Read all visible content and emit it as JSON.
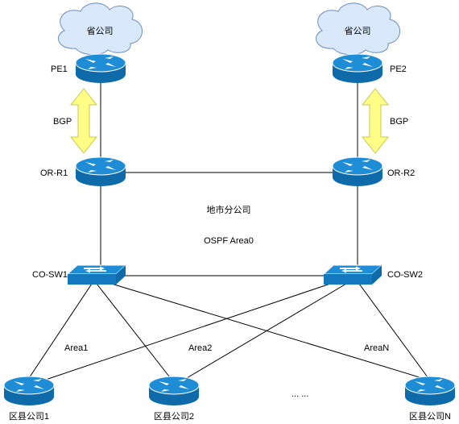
{
  "clouds": [
    {
      "id": "cloud-left",
      "label": "省公司"
    },
    {
      "id": "cloud-right",
      "label": "省公司"
    }
  ],
  "routers": {
    "pe1": "PE1",
    "pe2": "PE2",
    "or_r1": "OR-R1",
    "or_r2": "OR-R2"
  },
  "switches": {
    "co_sw1": "CO-SW1",
    "co_sw2": "CO-SW2"
  },
  "bgp": {
    "left": "BGP",
    "right": "BGP"
  },
  "center": {
    "title": "地市分公司",
    "area0": "OSPF Area0"
  },
  "areas": {
    "area1": "Area1",
    "area2": "Area2",
    "arean": "AreaN"
  },
  "branches": {
    "b1": "区县公司1",
    "b2": "区县公司2",
    "bn": "区县公司N",
    "ellipsis": "... ..."
  },
  "colors": {
    "device_blue": "#1f8dd6",
    "device_dark": "#0e6aa8",
    "arrow_fill": "#ffff88",
    "arrow_stroke": "#c8c850",
    "cloud_fill": "#dae8fc",
    "cloud_stroke": "#6c8ebf"
  }
}
